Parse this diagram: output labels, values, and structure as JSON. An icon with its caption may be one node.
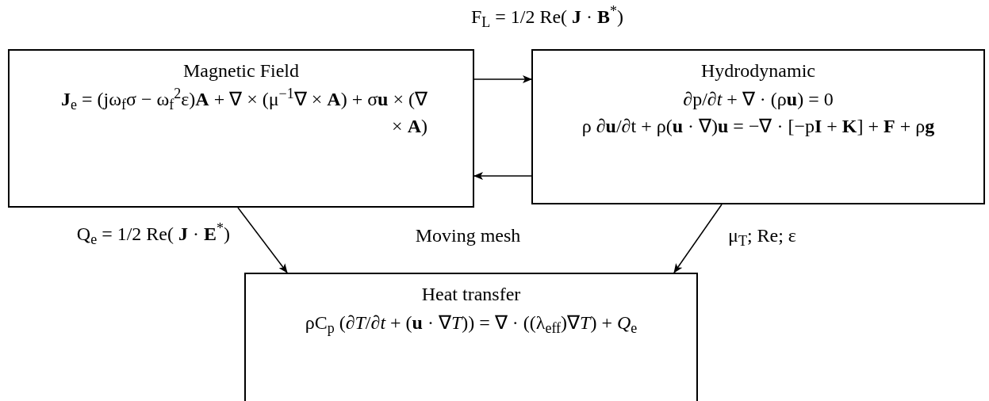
{
  "diagram": {
    "nodes": [
      {
        "text": [
          "Magnetic Field",
          "**J**$_{e}$ = (jω$_{f}$σ − ω$_{f}$$^{2}$ε)**A** + ∇ × (μ$^{−1}$∇ × **A**) + σ**u** × (∇ × **A**)"
        ]
      },
      {
        "text": [
          "Hydrodynamic",
          "∂p/∂*t* + ∇ · (ρ**u**) = 0",
          "ρ ∂**u**/∂t + ρ(**u** · ∇)**u** = −∇ · [−p**I** + **K**] + **F** + ρ**g**"
        ]
      },
      {
        "text": [
          "Heat transfer",
          "ρC$_{p}$ (∂*T*/∂*t* + (**u** · ∇*T*)) = ∇ · ((λ$_{eff}$)∇*T*) + *Q*$_{e}$"
        ]
      }
    ],
    "edges": [
      {
        "from": 0,
        "to": 1,
        "arrow": "to",
        "label": "F$_{L}$ = 1/2 Re( **J** · **B**$^{*}$)"
      },
      {
        "from": 1,
        "to": 0,
        "arrow": "to"
      },
      {
        "from": 0,
        "to": 2,
        "arrow": "to",
        "label": "Q$_{e}$ = 1/2 Re( **J** · **E**$^{*}$)"
      },
      {
        "from": 1,
        "to": 2,
        "arrow": "to",
        "label": "μ$_{T}$; Re; ε"
      }
    ],
    "labels": [
      "Moving mesh"
    ]
  }
}
